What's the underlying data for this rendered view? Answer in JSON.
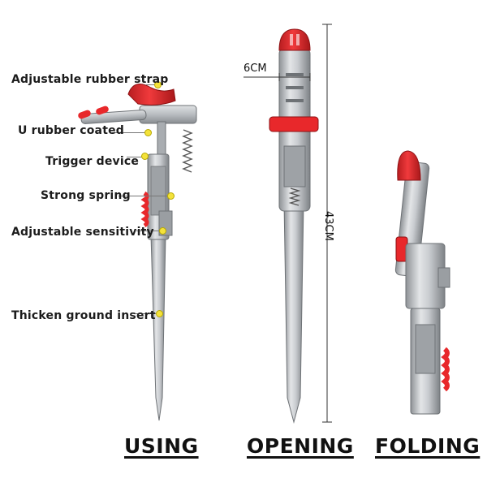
{
  "labels": {
    "strap": "Adjustable rubber strap",
    "ucoated": "U rubber coated",
    "trigger": "Trigger device",
    "spring": "Strong spring",
    "sensitivity": "Adjustable sensitivity",
    "insert": "Thicken ground insert"
  },
  "dimensions": {
    "width": "6CM",
    "height": "43CM"
  },
  "captions": {
    "using": "USING",
    "opening": "OPENING",
    "folding": "FOLDING"
  },
  "colors": {
    "accent_red": "#e8282b",
    "metal": "#bfc3c7",
    "label_dot": "#f4e23a"
  }
}
